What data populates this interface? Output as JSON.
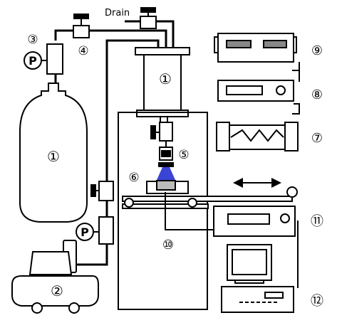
{
  "drain_label": "Drain",
  "pressure_symbol": "P",
  "callouts": {
    "c1_tank": "①",
    "c1_cylinder": "①",
    "c2": "②",
    "c3": "③",
    "c4": "④",
    "c5": "⑤",
    "c6": "⑥",
    "c7": "⑦",
    "c8": "⑧",
    "c9": "⑨",
    "c10": "⑩",
    "c11": "⑪",
    "c12": "⑫"
  },
  "colors": {
    "line": "#000000",
    "nozzle_spray": "#3a45d6",
    "fill": "#ffffff"
  }
}
